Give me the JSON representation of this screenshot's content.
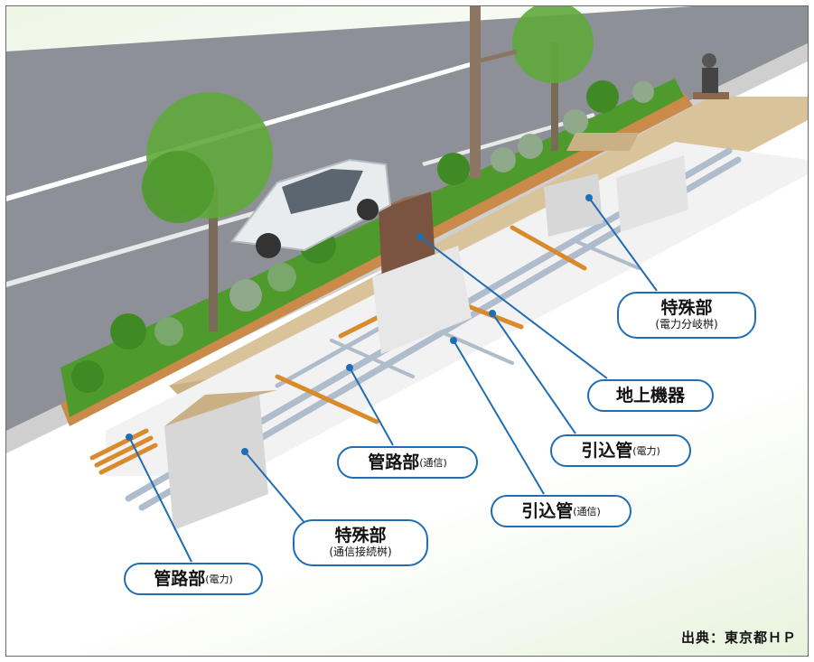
{
  "labels": {
    "special_power": {
      "main": "特殊部",
      "sub": "(電力分岐桝)"
    },
    "ground_equipment": {
      "main": "地上機器"
    },
    "lead_in_power": {
      "main": "引込管",
      "sub": "(電力)"
    },
    "conduit_comm": {
      "main": "管路部",
      "sub": "(通信)"
    },
    "lead_in_comm": {
      "main": "引込管",
      "sub": "(通信)"
    },
    "special_comm": {
      "main": "特殊部",
      "sub": "(通信接続桝)"
    },
    "conduit_power": {
      "main": "管路部",
      "sub": "(電力)"
    }
  },
  "source": "出典：東京都ＨＰ",
  "colors": {
    "callout_border": "#1f6db3",
    "road": "#8d9096",
    "pavement": "#d9c39a",
    "hedge": "#4f9a2c",
    "pipe_comm": "#aebccb",
    "pipe_power": "#d98a2b",
    "box": "#e7e7e7",
    "ground_equipment_box": "#7a5440"
  }
}
